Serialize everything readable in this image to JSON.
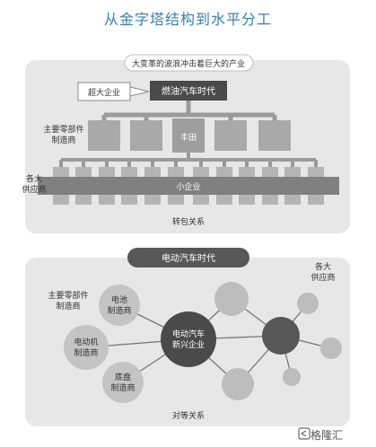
{
  "title": "从金字塔结构到水平分工",
  "top_panel": {
    "header": "大变革的波浪冲击着巨大的产业",
    "super_label": "超大企业",
    "oil_era": "燃油汽车时代",
    "major_parts_label_line1": "主要零部件",
    "major_parts_label_line2": "制造商",
    "toyota": "丰田",
    "suppliers_label_line1": "各大",
    "suppliers_label_line2": "供应商",
    "small_company": "小企业",
    "caption": "转包关系"
  },
  "bottom_panel": {
    "header": "电动汽车时代",
    "major_parts_label_line1": "主要零部件",
    "major_parts_label_line2": "制造商",
    "suppliers_label_line1": "各大",
    "suppliers_label_line2": "供应商",
    "battery_line1": "电池",
    "battery_line2": "制造商",
    "motor_line1": "电动机",
    "motor_line2": "制造商",
    "chassis_line1": "底盘",
    "chassis_line2": "制造商",
    "center_line1": "电动汽车",
    "center_line2": "新兴企业",
    "caption": "对等关系"
  },
  "watermark": "格隆汇",
  "colors": {
    "title": "#3a7fa8",
    "panel_bg": "#e7e7e7",
    "dark_box": "#4a4a4a",
    "mid_box": "#9e9e9e",
    "circle_light": "#bdbdbd",
    "circle_dark": "#575757"
  }
}
